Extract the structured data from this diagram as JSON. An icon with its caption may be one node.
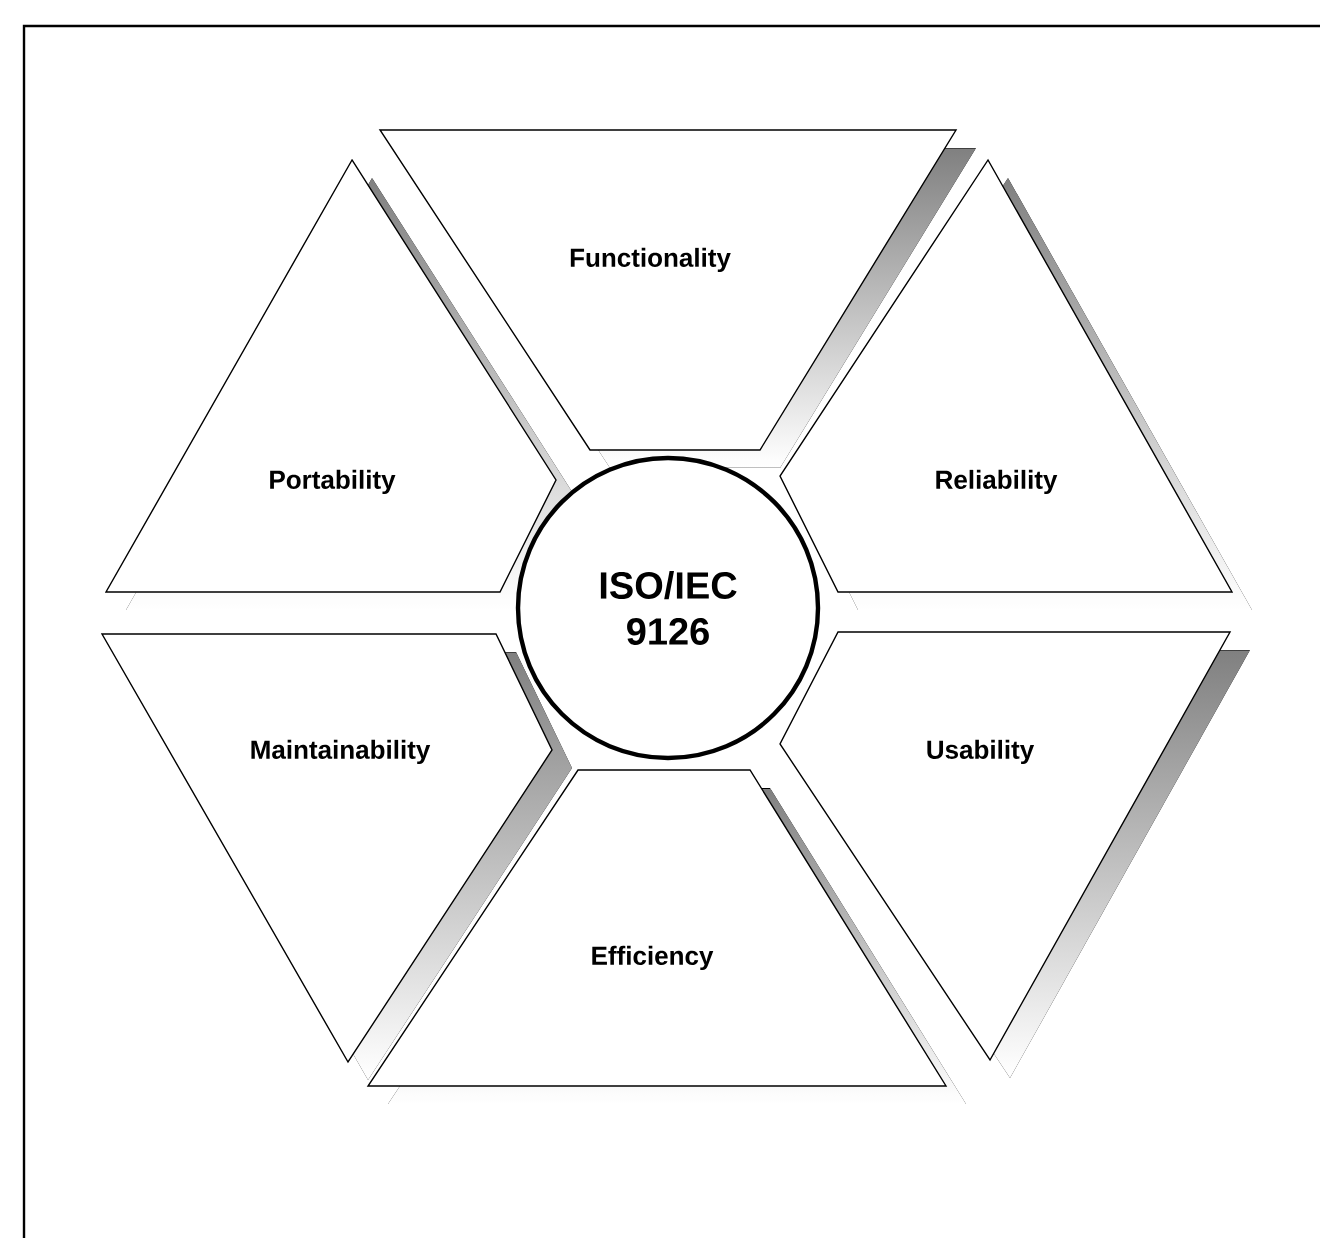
{
  "diagram": {
    "nodes": [
      {
        "text": [
          "Functionality"
        ]
      },
      {
        "text": [
          "Portability"
        ]
      },
      {
        "text": [
          "Reliability"
        ]
      },
      {
        "text": [
          "ISO/IEC 9126"
        ]
      },
      {
        "text": [
          "Maintainability"
        ]
      },
      {
        "text": [
          "Usability"
        ]
      },
      {
        "text": [
          "Efficiency"
        ]
      }
    ]
  }
}
